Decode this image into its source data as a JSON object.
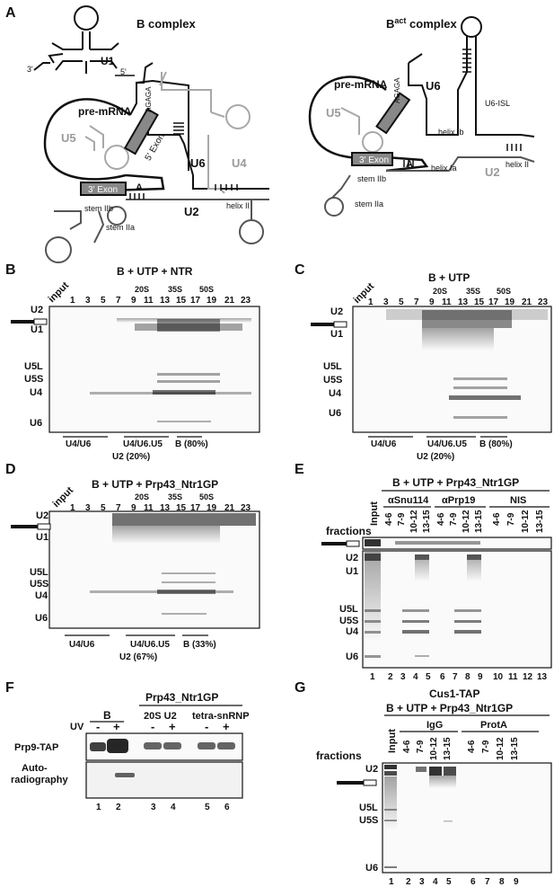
{
  "panelA": {
    "letter": "A",
    "b_title": "B complex",
    "bact_title_main": "B",
    "bact_title_sup": "act",
    "bact_title_tail": " complex",
    "labels": {
      "u1": "U1",
      "u5": "U5",
      "u6": "U6",
      "u4": "U4",
      "u2": "U2",
      "premrna": "pre-mRNA",
      "exon5": "5' Exon",
      "exon3": "3' Exon",
      "a": "A",
      "stem_iib": "stem IIb",
      "stem_iia": "stem IIa",
      "helix_ii": "helix II",
      "helix_ia": "helix Ia",
      "helix_ib": "helix Ib",
      "u6isl": "U6-ISL",
      "agaga": "AGAGA",
      "p3": "3'",
      "p5": "5'"
    }
  },
  "panelB": {
    "letter": "B",
    "title": "B + UTP + NTR",
    "input": "input",
    "fractions_odd": [
      "1",
      "3",
      "5",
      "7",
      "9",
      "11",
      "13",
      "15",
      "17",
      "19",
      "21",
      "23"
    ],
    "sedimentation": [
      "20S",
      "35S",
      "50S"
    ],
    "bands": [
      "U2",
      "U1",
      "U5L",
      "U5S",
      "U4",
      "U6"
    ],
    "complexes": [
      "U4/U6",
      "U4/U6.U5",
      "B (80%)"
    ],
    "u2_note": "U2 (20%)"
  },
  "panelC": {
    "letter": "C",
    "title": "B + UTP",
    "input": "input",
    "bands": [
      "U2",
      "U1",
      "U5L",
      "U5S",
      "U4",
      "U6"
    ],
    "complexes": [
      "U4/U6",
      "U4/U6.U5",
      "B (80%)"
    ],
    "u2_note": "U2 (20%)"
  },
  "panelD": {
    "letter": "D",
    "title": "B + UTP + Prp43_Ntr1GP",
    "input": "input",
    "bands": [
      "U2",
      "U1",
      "U5L",
      "U5S",
      "U4",
      "U6"
    ],
    "complexes": [
      "U4/U6",
      "U4/U6.U5",
      "B (33%)"
    ],
    "u2_note": "U2 (67%)"
  },
  "panelE": {
    "letter": "E",
    "title": "B + UTP + Prp43_Ntr1GP",
    "fractions_label": "fractions",
    "input": "Input",
    "groups": [
      "αSnu114",
      "αPrp19",
      "NIS"
    ],
    "lanes": [
      "4-6",
      "7-9",
      "10-12",
      "13-15"
    ],
    "bands": [
      "U2",
      "U1",
      "U5L",
      "U5S",
      "U4",
      "U6"
    ],
    "lane_numbers": [
      "1",
      "2",
      "3",
      "4",
      "5",
      "6",
      "7",
      "8",
      "9",
      "10",
      "11",
      "12",
      "13"
    ]
  },
  "panelF": {
    "letter": "F",
    "title": "Prp43_Ntr1GP",
    "uv": "UV",
    "b": "B",
    "groups": [
      "20S U2",
      "tetra-snRNP"
    ],
    "signs": [
      "-",
      "+",
      "-",
      "+",
      "-",
      "+"
    ],
    "row1": "Prp9-TAP",
    "row2a": "Auto-",
    "row2b": "radiography",
    "lane_numbers": [
      "1",
      "2",
      "3",
      "4",
      "5",
      "6"
    ]
  },
  "panelG": {
    "letter": "G",
    "title1": "Cus1-TAP",
    "title2": "B + UTP + Prp43_Ntr1GP",
    "fractions_label": "fractions",
    "input": "Input",
    "groups": [
      "IgG",
      "ProtA"
    ],
    "lanes": [
      "4-6",
      "7-9",
      "10-12",
      "13-15"
    ],
    "bands": [
      "U2",
      "U5L",
      "U5S",
      "U6"
    ],
    "lane_numbers": [
      "1",
      "2",
      "3",
      "4",
      "5",
      "6",
      "7",
      "8",
      "9"
    ]
  }
}
